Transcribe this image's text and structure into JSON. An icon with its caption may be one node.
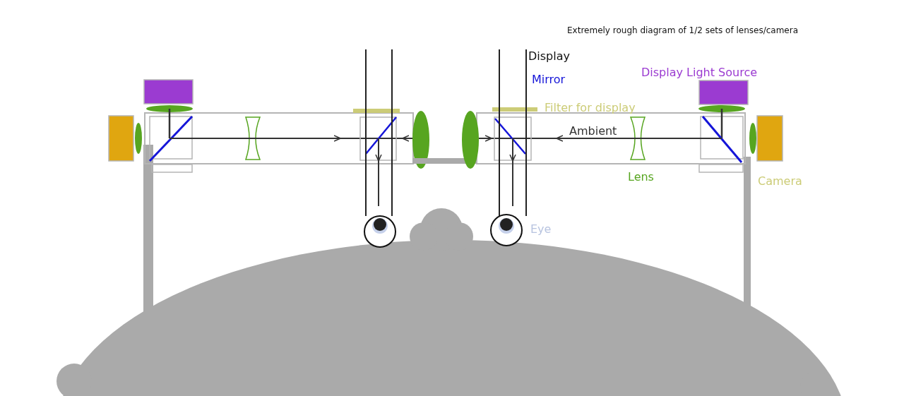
{
  "diagram": {
    "title": "Extremely rough diagram of 1/2 sets of lenses/camera",
    "labels": [
      "Display",
      "Mirror",
      "Display Light Source",
      "Filter for display",
      "Ambient",
      "Lens",
      "Camera",
      "Eye"
    ]
  }
}
